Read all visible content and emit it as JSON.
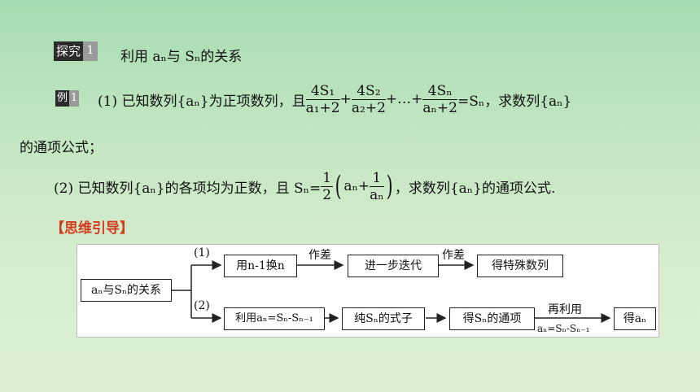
{
  "header": {
    "explore_tag": "探究",
    "explore_num": "1",
    "topic": "利用 aₙ与 Sₙ的关系"
  },
  "example": {
    "tag": "例",
    "num": "1",
    "p1_prefix": "(1) 已知数列{aₙ}为正项数列，且",
    "frac1_num": "4S₁",
    "frac1_den": "a₁+2",
    "plus1": "+",
    "frac2_num": "4S₂",
    "frac2_den": "a₂+2",
    "dots": "+…+",
    "frac3_num": "4Sₙ",
    "frac3_den": "aₙ+2",
    "p1_suffix": "=Sₙ，求数列{aₙ}",
    "p1_line2": "的通项公式；",
    "p2_prefix": "(2) 已知数列{aₙ}的各项均为正数，且 Sₙ=",
    "p2_half_num": "1",
    "p2_half_den": "2",
    "p2_paren_a": "aₙ+",
    "p2_inner_num": "1",
    "p2_inner_den": "aₙ",
    "p2_suffix": "，求数列{aₙ}的通项公式."
  },
  "guide_title": "【思维引导】",
  "flowchart": {
    "root": "aₙ与Sₙ的关系",
    "branch1_label": "(1)",
    "branch2_label": "(2)",
    "b1_n1": "用n-1换n",
    "b1_e1": "作差",
    "b1_n2": "进一步迭代",
    "b1_e2": "作差",
    "b1_n3": "得特殊数列",
    "b2_n1": "利用aₙ=Sₙ-Sₙ₋₁",
    "b2_n2": "纯Sₙ的式子",
    "b2_n3": "得Sₙ的通项",
    "b2_e3_top": "再利用",
    "b2_e3_bottom": "aₙ=Sₙ-Sₙ₋₁",
    "b2_n4": "得aₙ"
  }
}
